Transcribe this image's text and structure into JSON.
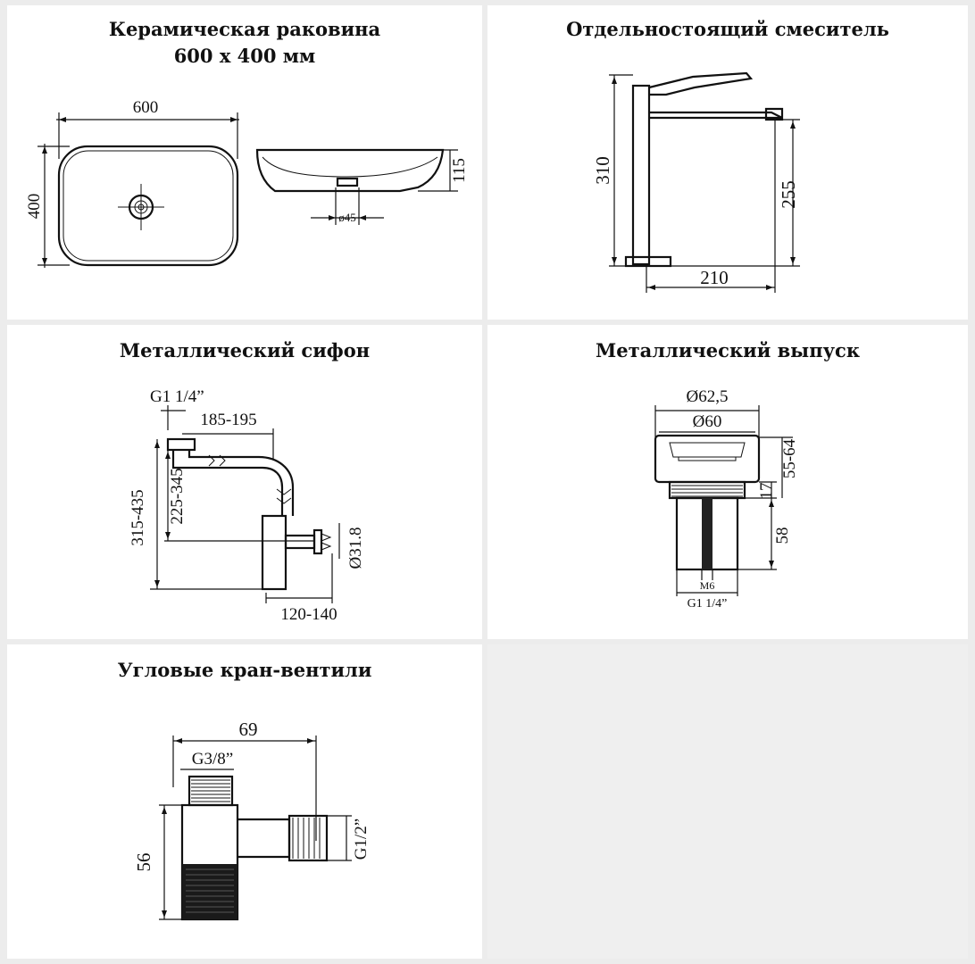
{
  "panels": {
    "sink": {
      "title_line1": "Керамическая раковина",
      "title_line2": "600 х 400 мм",
      "width_label": "600",
      "depth_label": "400",
      "height_label": "115",
      "drain_label": "ø45"
    },
    "faucet": {
      "title": "Отдельностоящий смеситель",
      "height_label": "310",
      "spout_height_label": "255",
      "spout_length_label": "210"
    },
    "siphon": {
      "title": "Металлический сифон",
      "thread_label": "G1 1/4”",
      "reach_label": "185-195",
      "outer_height_label": "315-435",
      "inner_height_label": "225-345",
      "pipe_diameter_label": "Ø31.8",
      "outlet_label": "120-140"
    },
    "drain": {
      "title": "Металлический выпуск",
      "outer_diameter_label": "Ø62,5",
      "inner_diameter_label": "Ø60",
      "range_label": "55-64",
      "top_label": "17",
      "body_label": "58",
      "bolt_label": "M6",
      "thread_label": "G1 1/4”"
    },
    "valve": {
      "title": "Угловые кран-вентили",
      "length_label": "69",
      "inlet_label": "G3/8”",
      "height_label": "56",
      "outlet_label": "G1/2”"
    }
  }
}
